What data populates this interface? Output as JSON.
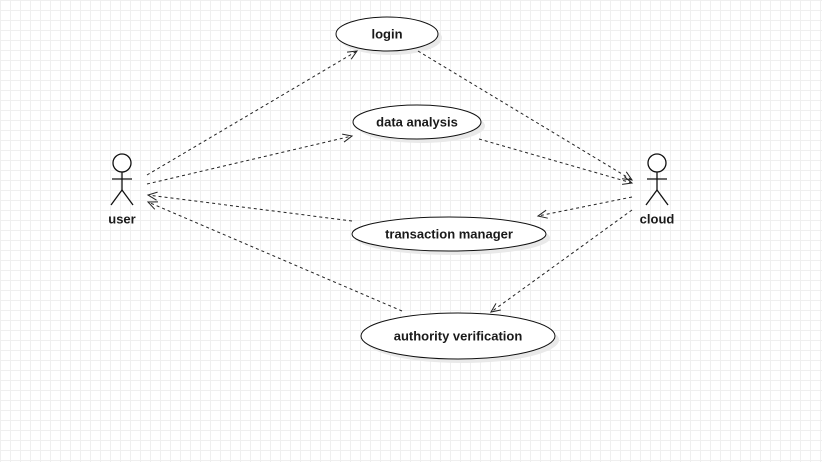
{
  "actors": {
    "user": {
      "label": "user"
    },
    "cloud": {
      "label": "cloud"
    }
  },
  "use_cases": {
    "login": {
      "label": "login"
    },
    "data_analysis": {
      "label": "data analysis"
    },
    "transaction_manager": {
      "label": "transaction manager"
    },
    "authority_verification": {
      "label": "authority verification"
    }
  },
  "relations": [
    {
      "from": "user",
      "to": "login",
      "style": "dashed-open-arrow"
    },
    {
      "from": "user",
      "to": "data analysis",
      "style": "dashed-open-arrow"
    },
    {
      "from": "transaction manager",
      "to": "user",
      "style": "dashed-open-arrow"
    },
    {
      "from": "authority verification",
      "to": "user",
      "style": "dashed-open-arrow"
    },
    {
      "from": "login",
      "to": "cloud",
      "style": "dashed-open-arrow"
    },
    {
      "from": "data analysis",
      "to": "cloud",
      "style": "dashed-open-arrow"
    },
    {
      "from": "cloud",
      "to": "transaction manager",
      "style": "dashed-open-arrow"
    },
    {
      "from": "cloud",
      "to": "authority verification",
      "style": "dashed-open-arrow"
    }
  ]
}
